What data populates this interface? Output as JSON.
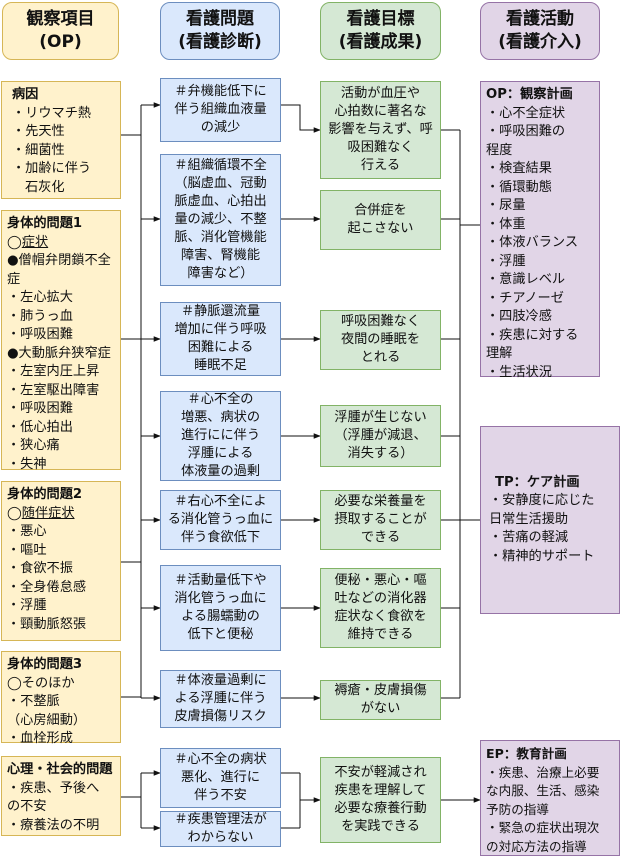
{
  "headers": {
    "op": "観察項目\n(OP)",
    "problem": "看護問題\n(看護診断)",
    "goal": "看護目標\n(看護成果)",
    "activity": "看護活動\n(看護介入)"
  },
  "op_boxes": {
    "cause": {
      "title": "病因",
      "items": [
        "・リウマチ熱",
        "・先天性",
        "・細菌性",
        "・加齢に伴う",
        "石灰化"
      ]
    },
    "physical1": {
      "title": "身体的問題1",
      "symptom_label": "症状",
      "lines": [
        "●僧帽弁閉鎖不全",
        "症",
        "・左心拡大",
        "・肺うっ血",
        "・呼吸困難",
        "●大動脈弁狭窄症",
        "・左室内圧上昇",
        "・左室駆出障害",
        "・呼吸困難",
        "・低心拍出",
        "・狭心痛",
        "・失神"
      ]
    },
    "physical2": {
      "title": "身体的問題2",
      "symptom_label": "随伴症状",
      "lines": [
        "・悪心",
        "・嘔吐",
        "・食欲不振",
        "・全身倦怠感",
        "・浮腫",
        "・頸動脈怒張"
      ]
    },
    "physical3": {
      "title": "身体的問題3",
      "symptom_label": "そのほか",
      "lines": [
        "・不整脈",
        "（心房細動）",
        "・血栓形成"
      ]
    },
    "psycho": {
      "title": "心理・社会的問題",
      "lines": [
        "・疾患、予後へ",
        "の不安",
        "・療養法の不明"
      ]
    }
  },
  "problems": [
    "＃弁機能低下に\n伴う組織血液量\nの減少",
    "＃組織循環不全\n（脳虚血、冠動\n脈虚血、心拍出\n量の減少、不整\n脈、消化管機能\n障害、腎機能\n障害など）",
    "＃静脈還流量\n増加に伴う呼吸\n困難による\n睡眠不足",
    "＃心不全の\n増悪、病状の\n進行にに伴う\n浮腫による\n体液量の過剰",
    "＃右心不全によ\nる消化管うっ血に\n伴う食欲低下",
    "＃活動量低下や\n消化管うっ血に\nよる腸蠕動の\n低下と便秘",
    "＃体液量過剰に\nよる浮腫に伴う\n皮膚損傷リスク",
    "＃心不全の病状\n悪化、進行に\n伴う不安",
    "＃疾患管理法が\nわからない"
  ],
  "goals": [
    "活動が血圧や\n心拍数に著名な\n影響を与えず、呼\n吸困難なく\n行える",
    "合併症を\n起こさない",
    "呼吸困難なく\n夜間の睡眠を\nとれる",
    "浮腫が生じない\n（浮腫が減退、\n消失する）",
    "必要な栄養量を\n摂取することが\nできる",
    "便秘・悪心・嘔\n吐などの消化器\n症状なく食欲を\n維持できる",
    "褥瘡・皮膚損傷\nがない",
    "不安が軽減され\n疾患を理解して\n必要な療養行動\nを実践できる"
  ],
  "activities": {
    "op": {
      "title": "OP：観察計画",
      "lines": [
        "・心不全症状",
        "・呼吸困難の",
        "程度",
        "・検査結果",
        "・循環動態",
        "・尿量",
        "・体重",
        "・体液バランス",
        "・浮腫",
        "・意識レベル",
        "・チアノーゼ",
        "・四肢冷感",
        "・疾患に対する",
        "理解",
        "・生活状況"
      ]
    },
    "tp": {
      "title": "TP：ケア計画",
      "lines": [
        "・安静度に応じた",
        "日常生活援助",
        "・苦痛の軽減",
        "・精神的サポート"
      ]
    },
    "ep": {
      "title": "EP：教育計画",
      "lines": [
        "・疾患、治療上必要",
        "な内服、生活、感染",
        "予防の指導",
        "・緊急の症状出現次",
        "の対応方法の指導"
      ]
    }
  }
}
